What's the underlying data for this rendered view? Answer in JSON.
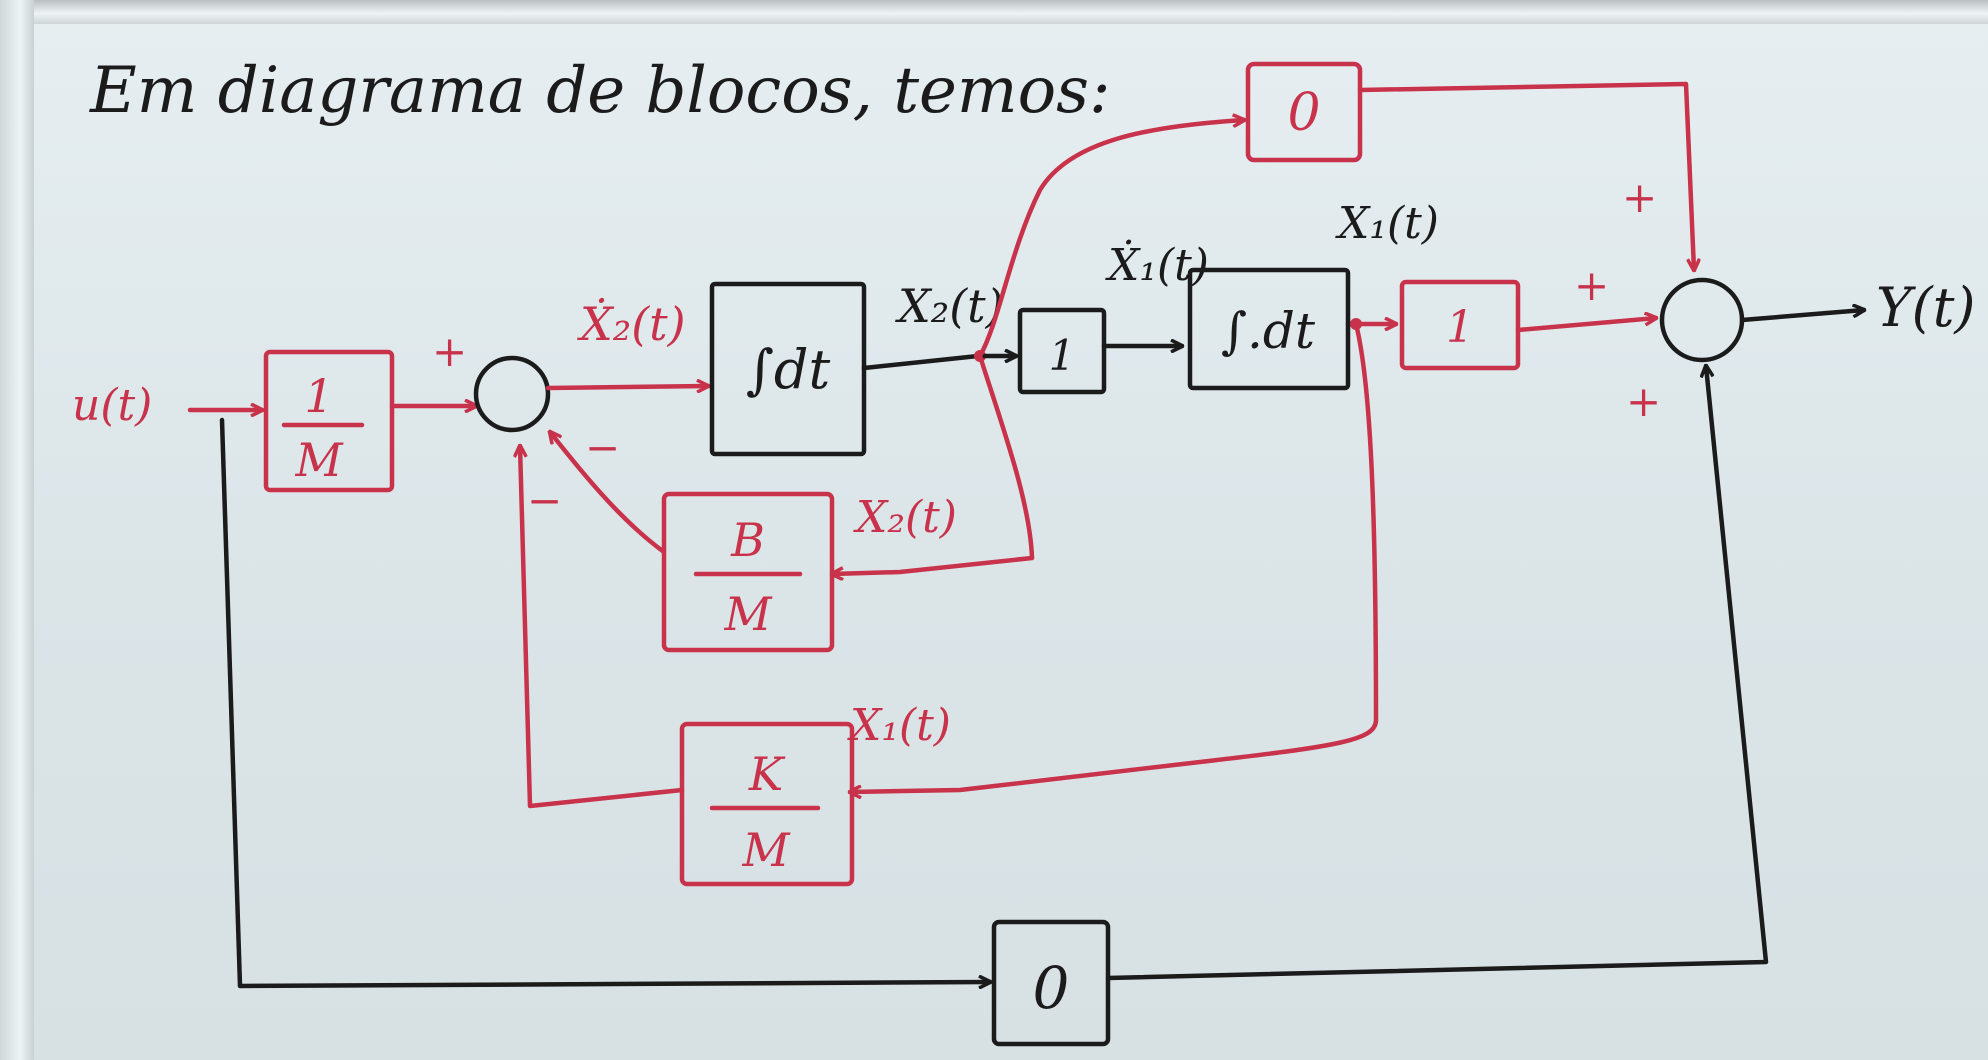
{
  "title": "Em diagrama de blocos, temos:",
  "signals": {
    "input": "u(t)",
    "x2_dot": "Ẋ₂(t)",
    "x2_out": "X₂(t)",
    "x1_dot": "Ẋ₁(t)",
    "x1_out": "X₁(t)",
    "x2_fb": "X₂(t)",
    "x1_fb": "X₁(t)",
    "output": "Y(t)"
  },
  "blocks": {
    "gain_in": {
      "num": "1",
      "den": "M"
    },
    "integrator_1": "∫dt",
    "gain_one_a": "1",
    "integrator_2": "∫.dt",
    "gain_one_b": "1",
    "damping": {
      "num": "B",
      "den": "M"
    },
    "spring": {
      "num": "K",
      "den": "M"
    },
    "gain_zero_top": "0",
    "gain_zero_bottom": "0"
  },
  "signs": {
    "sum1_top": "+",
    "sum1_mid": "−",
    "sum1_bottom": "−",
    "sum2_top": "+",
    "sum2_left": "+",
    "sum2_bottom": "+"
  },
  "colors": {
    "marker_red": "#c8334b",
    "marker_black": "#1b1b1b",
    "board": "#dfe7ea"
  }
}
